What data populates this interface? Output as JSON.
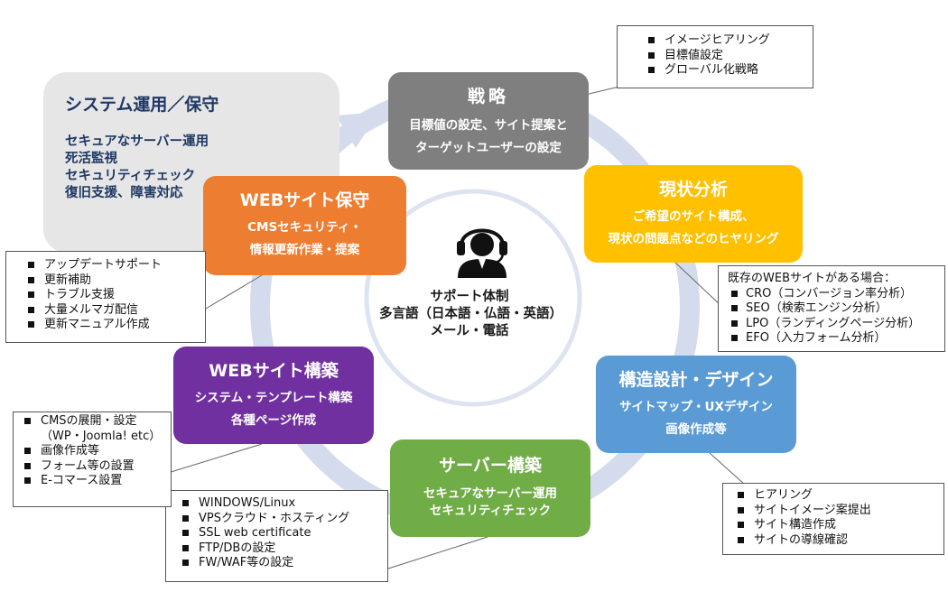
{
  "colors": {
    "ring": "#d4dbec",
    "center_circle": "#dde3f0",
    "strategy": "#7f7f7f",
    "analysis": "#ffc000",
    "design": "#5b9bd5",
    "server": "#70ad47",
    "build": "#7030a0",
    "maintenance": "#ed7d31",
    "system_panel": "#e6e6e6",
    "system_text": "#1f3864"
  },
  "system_panel": {
    "title": "システム運用／保守",
    "lines": [
      "セキュアなサーバー運用",
      "死活監視",
      "セキュリティチェック",
      "復旧支援、障害対応"
    ]
  },
  "center": {
    "icon": "support-operator-icon",
    "lines": [
      "サポート体制",
      "多言語（日本語・仏語・英語）",
      "メール・電話"
    ]
  },
  "stages": {
    "strategy": {
      "title": "戦略",
      "desc": [
        "目標値の設定、サイト提案と",
        "ターゲットユーザーの設定"
      ]
    },
    "analysis": {
      "title": "現状分析",
      "desc": [
        "ご希望のサイト構成、",
        "現状の問題点などのヒヤリング"
      ]
    },
    "design": {
      "title": "構造設計・デザイン",
      "desc": [
        "サイトマップ・UXデザイン",
        "画像作成等"
      ]
    },
    "server": {
      "title": "サーバー構築",
      "desc": [
        "セキュアなサーバー運用",
        "セキュリティチェック"
      ]
    },
    "build": {
      "title": "WEBサイト構築",
      "desc": [
        "システム・テンプレート構築",
        "各種ページ作成"
      ]
    },
    "maintenance": {
      "title": "WEBサイト保守",
      "desc": [
        "CMSセキュリティ・",
        "情報更新作業・提案"
      ]
    }
  },
  "callouts": {
    "strategy": [
      "イメージヒアリング",
      "目標値設定",
      "グローバル化戦略"
    ],
    "analysis": {
      "heading": "既存のWEBサイトがある場合：",
      "items": [
        "CRO（コンバージョン率分析）",
        "SEO（検索エンジン分析）",
        "LPO（ランディングページ分析）",
        "EFO（入力フォーム分析）"
      ]
    },
    "design": [
      "ヒアリング",
      "サイトイメージ案提出",
      "サイト構造作成",
      "サイトの導線確認"
    ],
    "server": [
      "WINDOWS/Linux",
      "VPSクラウド・ホスティング",
      "SSL web certificate",
      "FTP/DBの設定",
      "FW/WAF等の設定"
    ],
    "build": [
      "CMSの展開・設定（WP・Joomla! etc）",
      "画像作成等",
      "フォーム等の設置",
      "E-コマース設置"
    ],
    "maintenance": [
      "アップデートサポート",
      "更新補助",
      "トラブル支援",
      "大量メルマガ配信",
      "更新マニュアル作成"
    ]
  }
}
